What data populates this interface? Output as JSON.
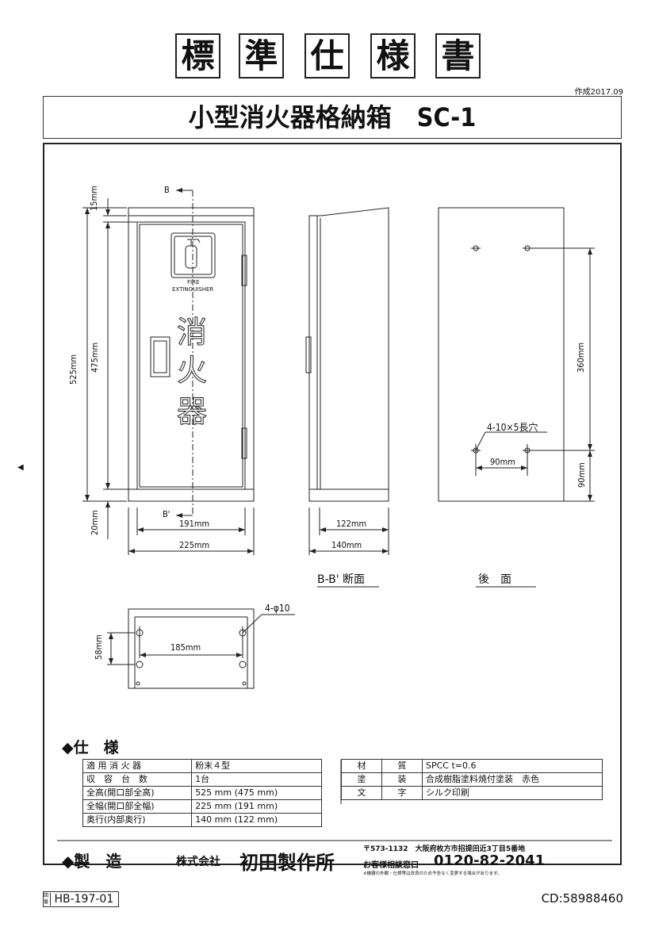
{
  "header": {
    "title_chars": [
      "標",
      "準",
      "仕",
      "様",
      "書"
    ],
    "created": "作成2017.09",
    "product_title": "小型消火器格納箱　SC-1"
  },
  "drawing": {
    "front": {
      "section_mark_top": "B",
      "section_mark_bottom": "B'",
      "dim_15": "15mm",
      "dim_525": "525mm",
      "dim_475": "475mm",
      "dim_20": "20mm",
      "dim_191": "191mm",
      "dim_225": "225mm",
      "sign_fire": "FIRE",
      "sign_ext": "EXTINGUISHER",
      "door_text": [
        "消",
        "火",
        "器"
      ]
    },
    "section": {
      "dim_122": "122mm",
      "dim_140": "140mm",
      "caption": "B-B' 断面"
    },
    "rear": {
      "dim_360": "360mm",
      "dim_90v": "90mm",
      "dim_90h": "90mm",
      "slot_label": "4-10×5長穴",
      "caption": "後　面"
    },
    "bottom": {
      "hole_label": "4-φ10",
      "dim_185": "185mm",
      "dim_58": "58mm"
    }
  },
  "spec": {
    "heading": "仕　様",
    "left_rows": [
      [
        "適 用 消 火 器",
        "粉末４型"
      ],
      [
        "収　容　台　数",
        "1台"
      ],
      [
        "全高(開口部全高)",
        "525 mm (475 mm)"
      ],
      [
        "全幅(開口部全幅)",
        "225 mm (191 mm)"
      ],
      [
        "奥行(内部奥行)",
        "140 mm (122 mm)"
      ]
    ],
    "right_rows": [
      [
        "材",
        "質",
        "SPCC t=0.6"
      ],
      [
        "塗",
        "装",
        "合成樹脂塗料焼付塗装　赤色"
      ],
      [
        "文",
        "字",
        "シルク印刷"
      ]
    ]
  },
  "maker": {
    "label": "製　造",
    "company_prefix": "株式会社",
    "company_name": "初田製作所",
    "address": "〒573-1132　大阪府枚方市招提田近3丁目5番地",
    "contact_label": "お客様相談窓口",
    "phone": "0120-82-2041",
    "note": "※機器の外観・仕様等は改良のため予告なく変更する場合があります。"
  },
  "footer": {
    "doc_no_mark": "図番",
    "doc_no": "HB-197-01",
    "cd": "CD:58988460"
  }
}
